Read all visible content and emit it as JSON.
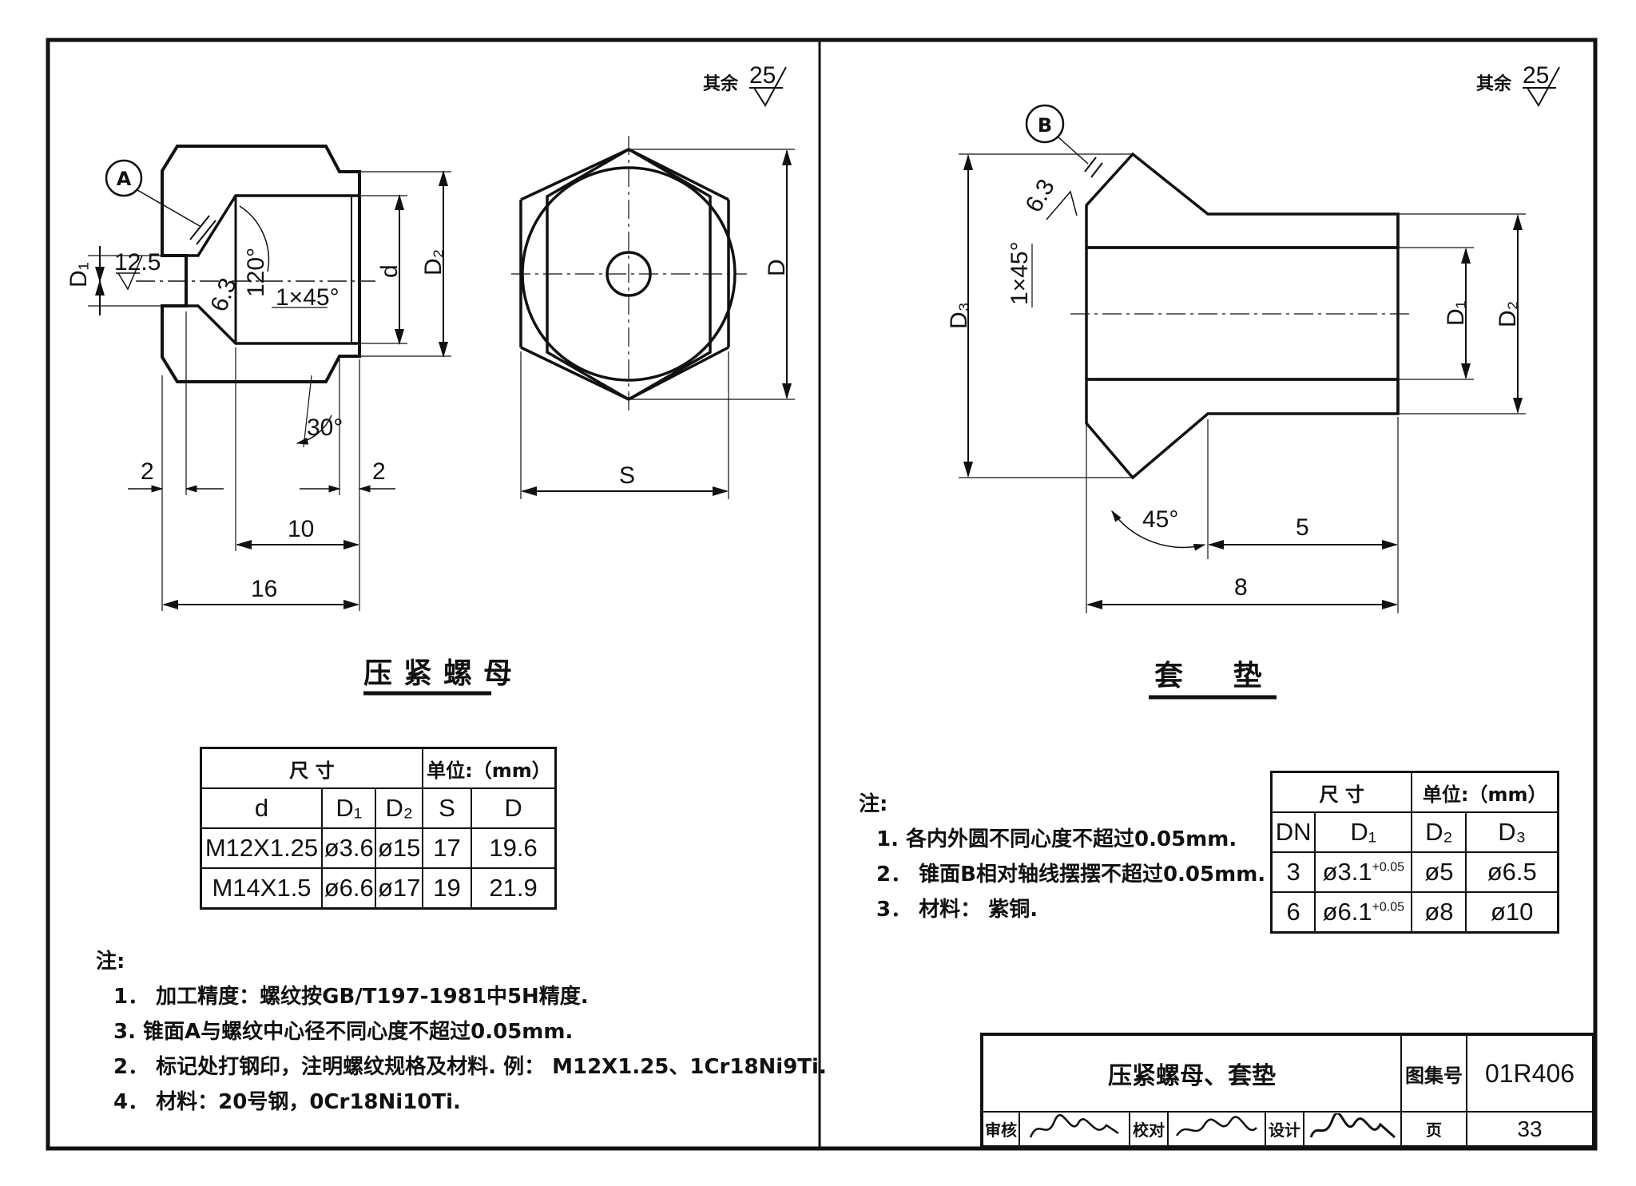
{
  "roughness_note": {
    "label": "其余",
    "value": "25"
  },
  "left_part": {
    "title": "压紧螺母",
    "callout": "A",
    "dims": {
      "D1": "D₁",
      "d": "d",
      "D2": "D₂",
      "D": "D",
      "S": "S",
      "roughness_bore": "12.5",
      "angle_cone": "120°",
      "roughness_cone": "6.3",
      "chamfer": "1×45°",
      "angle_30": "30°",
      "w_left": "2",
      "w_right": "2",
      "len_10": "10",
      "len_16": "16"
    },
    "table": {
      "header": {
        "size": "尺        寸",
        "unit": "单位:（mm）"
      },
      "columns": [
        "d",
        "D₁",
        "D₂",
        "S",
        "D"
      ],
      "rows": [
        [
          "M12X1.25",
          "ø3.6",
          "ø15",
          "17",
          "19.6"
        ],
        [
          "M14X1.5",
          "ø6.6",
          "ø17",
          "19",
          "21.9"
        ]
      ]
    },
    "notes_label": "注:",
    "notes": [
      "1．  加工精度：螺纹按GB/T197-1981中5H精度.",
      "3.   锥面A与螺纹中心径不同心度不超过0.05mm.",
      "2．  标记处打钢印，注明螺纹规格及材料. 例：  M12X1.25、1Cr18Ni9Ti.",
      "4．  材料：20号钢，0Cr18Ni10Ti."
    ]
  },
  "right_part": {
    "title": "套     垫",
    "callout": "B",
    "dims": {
      "D3": "D₃",
      "D1": "D₁",
      "D2": "D₂",
      "roughness": "6.3",
      "chamfer": "1×45°",
      "angle_45": "45°",
      "len_5": "5",
      "len_8": "8"
    },
    "notes_label": "注:",
    "notes": [
      "1.   各内外圆不同心度不超过0.05mm.",
      "2．  锥面B相对轴线摆摆不超过0.05mm.",
      "3．  材料：  紫铜."
    ],
    "table": {
      "header": {
        "size": "尺        寸",
        "unit": "单位:（mm）"
      },
      "columns": [
        "DN",
        "D₁",
        "D₂",
        "D₃"
      ],
      "rows": [
        {
          "dn": "3",
          "d1": "ø3.1",
          "tol": "+0.05",
          "d2": "ø5",
          "d3": "ø6.5"
        },
        {
          "dn": "6",
          "d1": "ø6.1",
          "tol": "+0.05",
          "d2": "ø8",
          "d3": "ø10"
        }
      ]
    }
  },
  "title_block": {
    "title": "压紧螺母、套垫",
    "atlas_label": "图集号",
    "atlas_no": "01R406",
    "review_label": "审核",
    "check_label": "校对",
    "design_label": "设计",
    "page_label": "页",
    "page_no": "33"
  }
}
